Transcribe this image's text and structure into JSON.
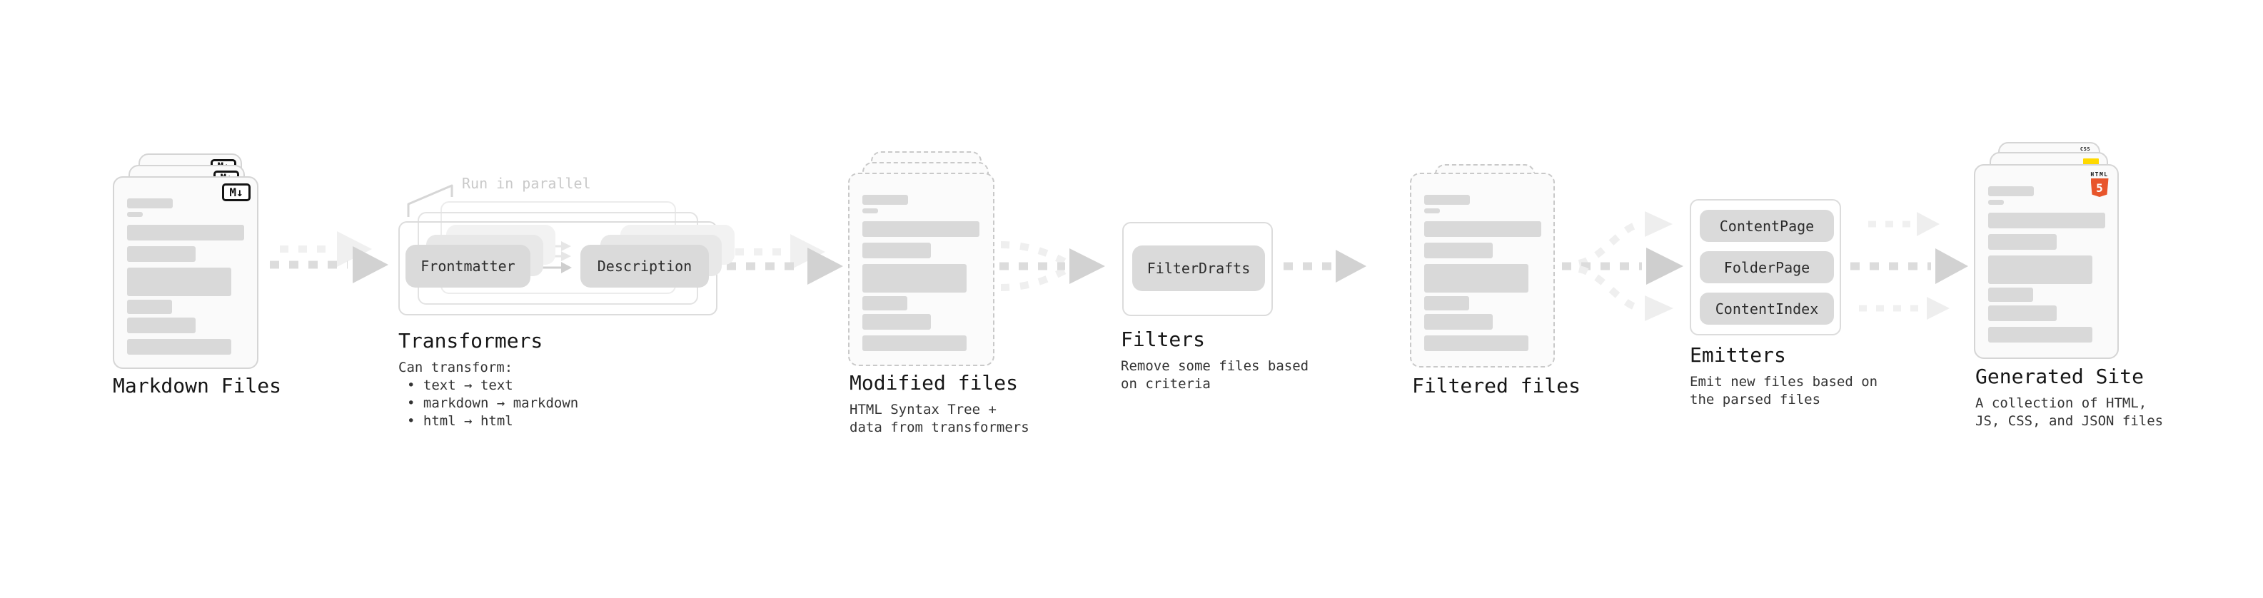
{
  "diagram": {
    "markdown": {
      "title": "Markdown Files",
      "badge": "M↓"
    },
    "transformers": {
      "title": "Transformers",
      "callout": "Run in parallel",
      "pill_left": "Frontmatter",
      "pill_right": "Description",
      "desc": [
        "Can transform:",
        "• text → text",
        "• markdown → markdown",
        "• html → html"
      ]
    },
    "modified": {
      "title": "Modified files",
      "desc": [
        "HTML Syntax Tree +",
        "data from transformers"
      ]
    },
    "filters": {
      "title": "Filters",
      "pill": "FilterDrafts",
      "desc": [
        "Remove some files based",
        "on criteria"
      ]
    },
    "filtered": {
      "title": "Filtered files"
    },
    "emitters": {
      "title": "Emitters",
      "pills": [
        "ContentPage",
        "FolderPage",
        "ContentIndex"
      ],
      "desc": [
        "Emit new files based on",
        "the parsed files"
      ]
    },
    "generated": {
      "title": "Generated Site",
      "desc": [
        "A collection of HTML,",
        "JS, CSS, and JSON files"
      ],
      "badge_css": "CSS",
      "badge_html_text": "HTML",
      "badge_html_number": "5"
    }
  },
  "colors": {
    "html5_orange": "#e8552b",
    "js_yellow": "#ffd900",
    "css_blue": "#2962e9",
    "card_border": "#d5d5d5",
    "dashed_border": "#c9c9c9",
    "bar_gray": "#d9d9d9",
    "arrow_gray": "#d2d2d2",
    "arrow_light": "#efefef"
  }
}
